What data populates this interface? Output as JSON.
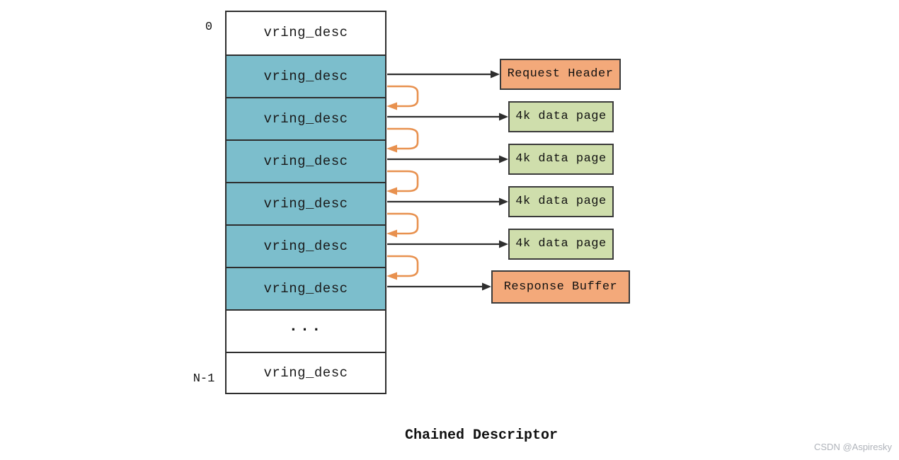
{
  "diagram": {
    "title": "Chained Descriptor",
    "watermark": "CSDN @Aspiresky",
    "ring": {
      "start_index_label": "0",
      "end_index_label": "N-1",
      "cells": [
        {
          "label": "vring_desc",
          "style": "plain"
        },
        {
          "label": "vring_desc",
          "style": "highlighted"
        },
        {
          "label": "vring_desc",
          "style": "highlighted"
        },
        {
          "label": "vring_desc",
          "style": "highlighted"
        },
        {
          "label": "vring_desc",
          "style": "highlighted"
        },
        {
          "label": "vring_desc",
          "style": "highlighted"
        },
        {
          "label": "vring_desc",
          "style": "highlighted"
        },
        {
          "label": "...",
          "style": "ellipsis"
        },
        {
          "label": "vring_desc",
          "style": "plain"
        }
      ]
    },
    "targets": [
      {
        "label": "Request Header",
        "kind": "request"
      },
      {
        "label": "4k data page",
        "kind": "data"
      },
      {
        "label": "4k data page",
        "kind": "data"
      },
      {
        "label": "4k data page",
        "kind": "data"
      },
      {
        "label": "4k data page",
        "kind": "data"
      },
      {
        "label": "Response Buffer",
        "kind": "response"
      }
    ],
    "colors": {
      "descriptor_fill": "#7CBECC",
      "request_response_fill": "#F3A97A",
      "data_page_fill": "#CFDEAC",
      "chain_arrow": "#E8914F",
      "pointer_arrow": "#2E2E2E",
      "border": "#2E2E2E",
      "watermark_text": "#AFB3BA"
    }
  }
}
